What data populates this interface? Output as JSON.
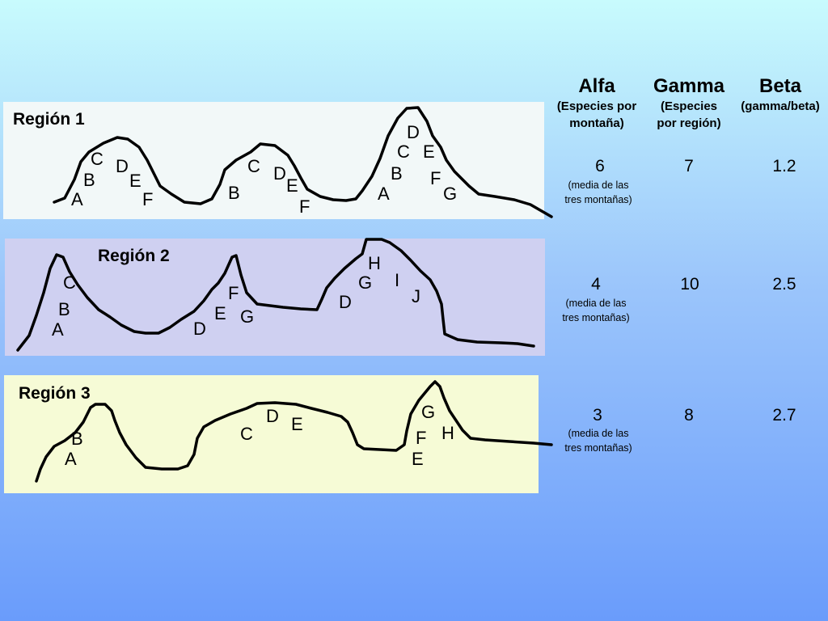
{
  "regions": [
    {
      "title": "Región 1",
      "labels": [
        "A",
        "B",
        "C",
        "D",
        "E",
        "F",
        "B",
        "C",
        "D",
        "E",
        "F",
        "A",
        "B",
        "C",
        "D",
        "E",
        "F",
        "G"
      ]
    },
    {
      "title": "Región 2",
      "labels": [
        "A",
        "B",
        "C",
        "D",
        "E",
        "F",
        "G",
        "D",
        "G",
        "H",
        "I",
        "J"
      ]
    },
    {
      "title": "Región 3",
      "labels": [
        "A",
        "B",
        "C",
        "D",
        "E",
        "E",
        "F",
        "G",
        "H"
      ]
    }
  ],
  "table": {
    "headers": [
      {
        "title": "Alfa",
        "line1": "(Especies por",
        "line2": "montaña)"
      },
      {
        "title": "Gamma",
        "line1": "(Especies",
        "line2": "por región)"
      },
      {
        "title": "Beta",
        "line1": "(gamma/beta)",
        "line2": ""
      }
    ],
    "rows": [
      {
        "alfa": "6",
        "alfa_note1": "(media de las",
        "alfa_note2": "tres montañas)",
        "gamma": "7",
        "beta": "1.2"
      },
      {
        "alfa": "4",
        "alfa_note1": "(media de las",
        "alfa_note2": "tres montañas)",
        "gamma": "10",
        "beta": "2.5"
      },
      {
        "alfa": "3",
        "alfa_note1": "(media de las",
        "alfa_note2": "tres montañas)",
        "gamma": "8",
        "beta": "2.7"
      }
    ]
  }
}
